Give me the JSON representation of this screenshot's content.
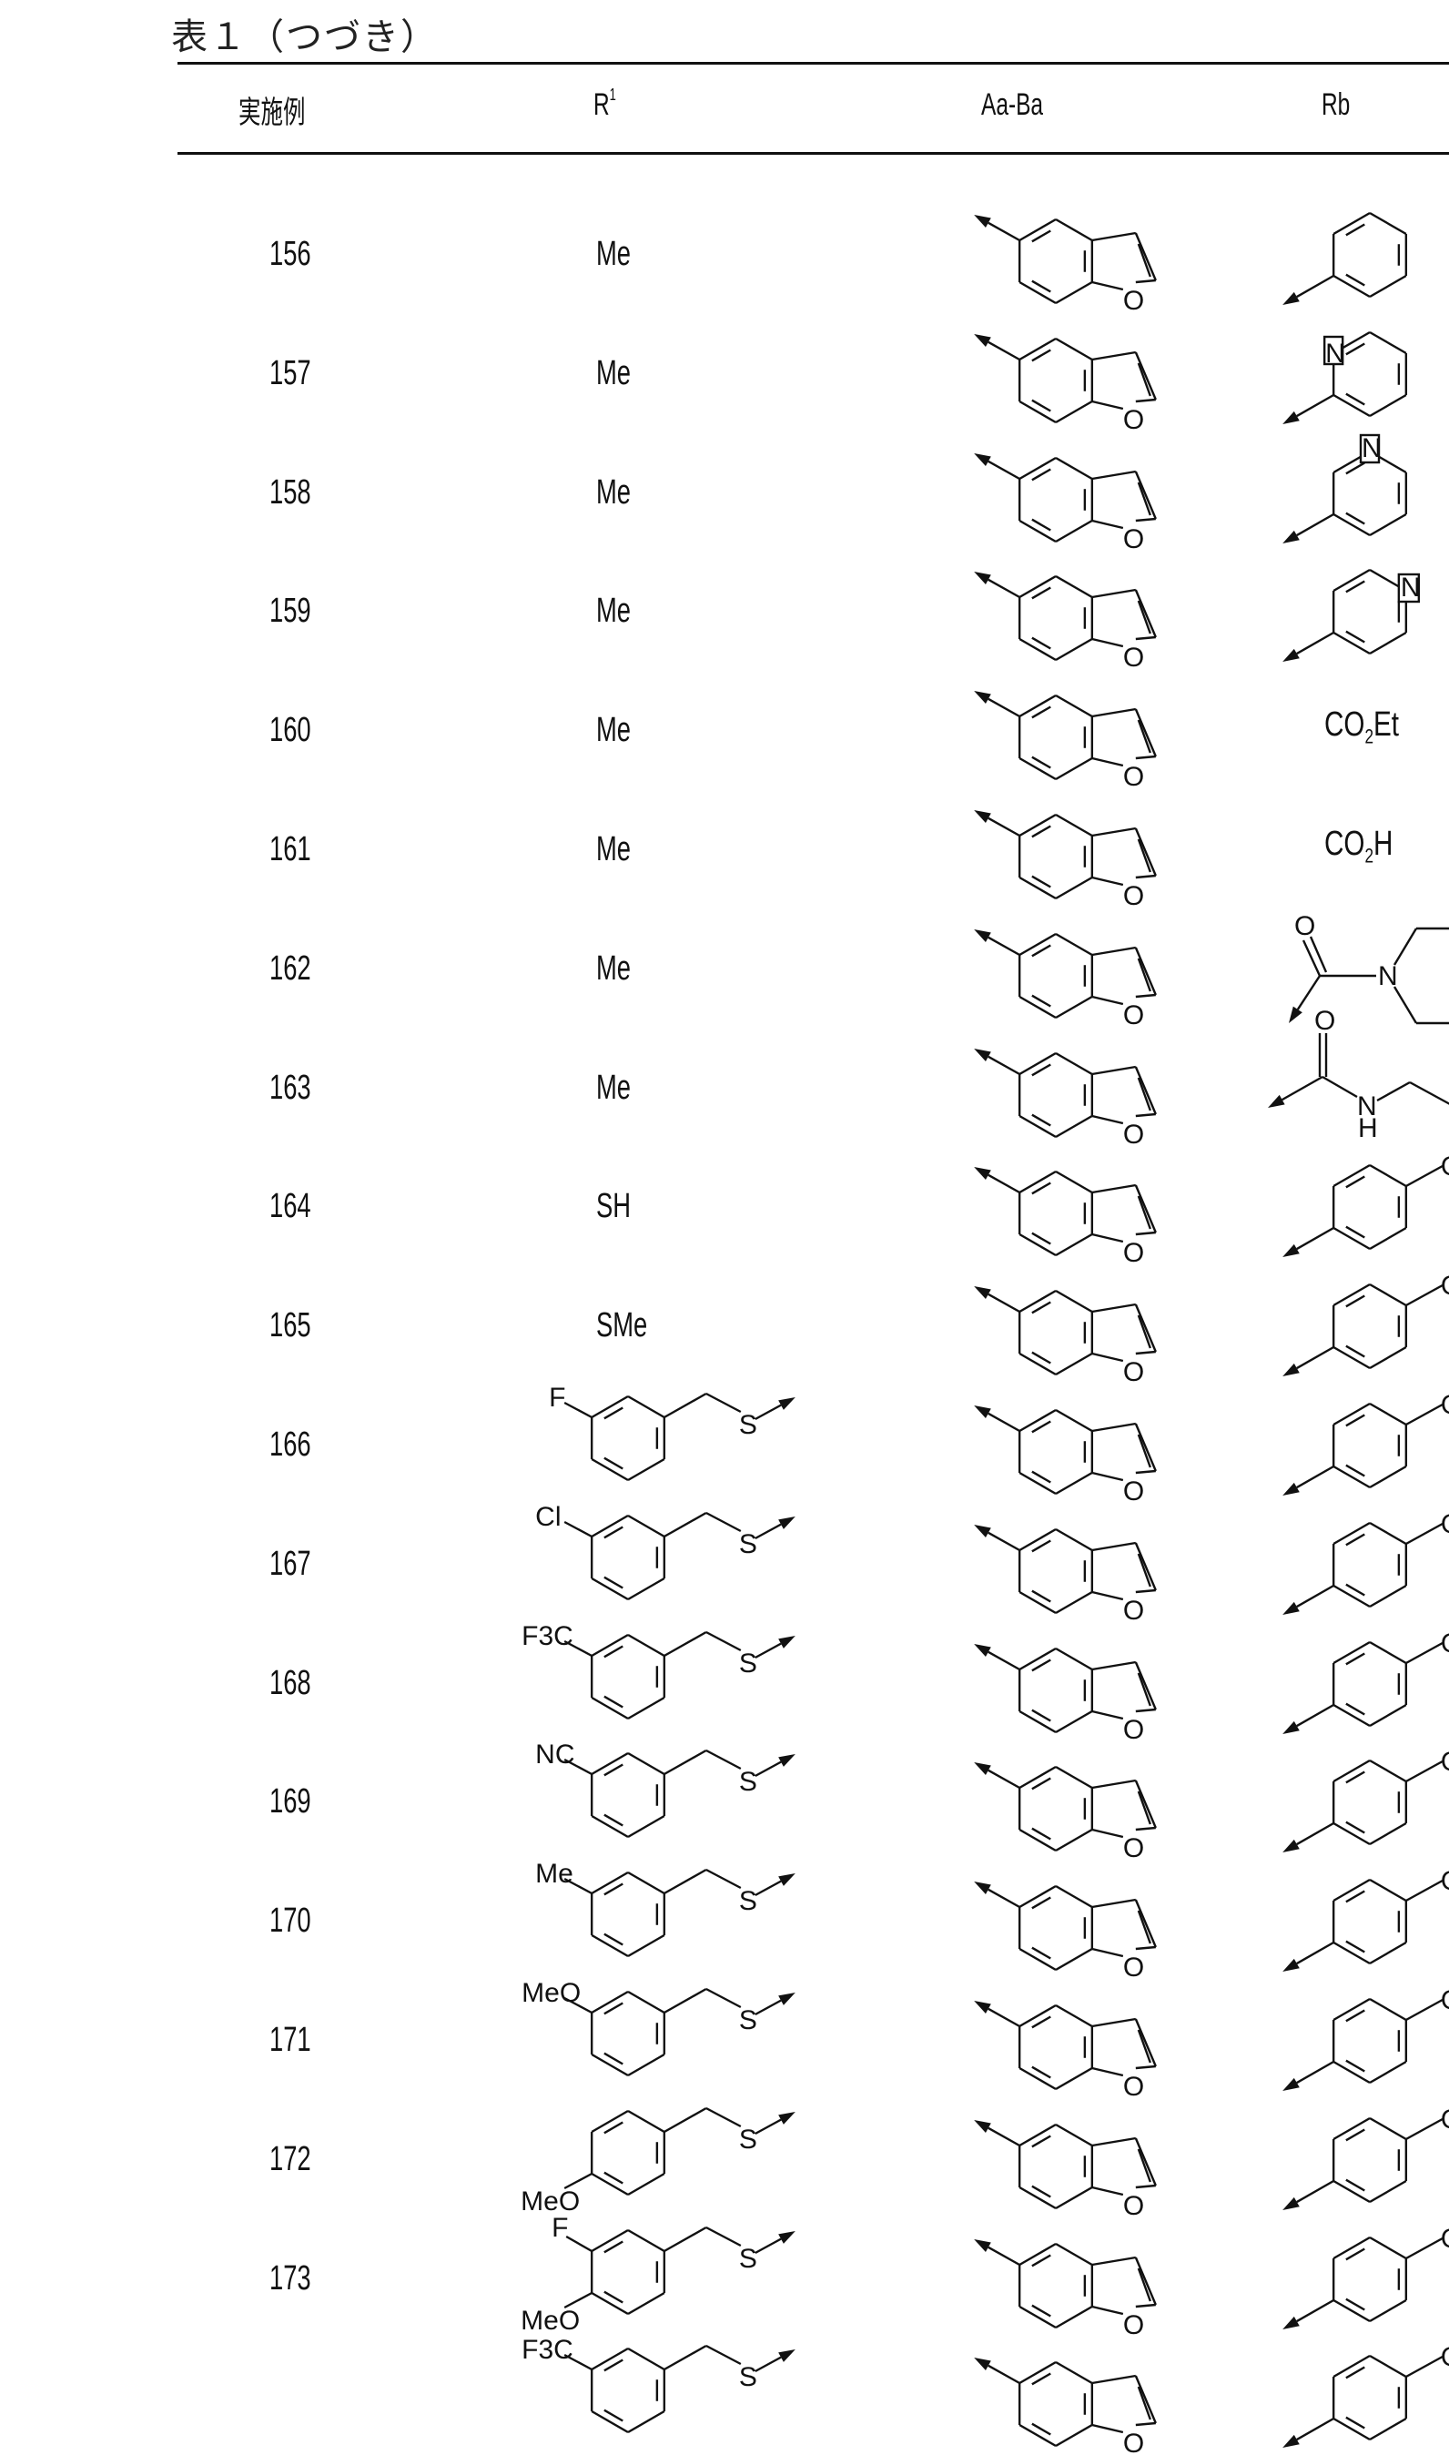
{
  "document": {
    "title": "表１（つづき）",
    "headers": {
      "example": "実施例",
      "r1": "R",
      "r1_sup": "1",
      "aaba": "Aa-Ba",
      "rb": "Rb"
    }
  },
  "rows": [
    {
      "example": "156",
      "r1": "Me",
      "aaba": "benzofuran-5-yl",
      "rb": "phenyl"
    },
    {
      "example": "157",
      "r1": "Me",
      "aaba": "benzofuran-5-yl",
      "rb": "pyridin-2-yl"
    },
    {
      "example": "158",
      "r1": "Me",
      "aaba": "benzofuran-5-yl",
      "rb": "pyridin-3-yl"
    },
    {
      "example": "159",
      "r1": "Me",
      "aaba": "benzofuran-5-yl",
      "rb": "pyridin-4-yl"
    },
    {
      "example": "160",
      "r1": "Me",
      "aaba": "benzofuran-5-yl",
      "rb": "CO2Et"
    },
    {
      "example": "161",
      "r1": "Me",
      "aaba": "benzofuran-5-yl",
      "rb": "CO2H"
    },
    {
      "example": "162",
      "r1": "Me",
      "aaba": "benzofuran-5-yl",
      "rb": "piperidine-1-carbonyl"
    },
    {
      "example": "163",
      "r1": "Me",
      "aaba": "benzofuran-5-yl",
      "rb": "N-alkyl-carbamoyl (truncated)"
    },
    {
      "example": "164",
      "r1": "SH",
      "aaba": "benzofuran-5-yl",
      "rb": "4-substituted phenyl (truncated)"
    },
    {
      "example": "165",
      "r1": "SMe",
      "aaba": "benzofuran-5-yl",
      "rb": "4-substituted phenyl (truncated)"
    },
    {
      "example": "166",
      "r1": "3-F-benzyl-S",
      "r1_label": "F",
      "aaba": "benzofuran-5-yl",
      "rb": "4-substituted phenyl (truncated)"
    },
    {
      "example": "167",
      "r1": "3-Cl-benzyl-S",
      "r1_label": "Cl",
      "aaba": "benzofuran-5-yl",
      "rb": "4-substituted phenyl (truncated)"
    },
    {
      "example": "168",
      "r1": "3-CF3-benzyl-S",
      "r1_label": "F3C",
      "aaba": "benzofuran-5-yl",
      "rb": "4-substituted phenyl (truncated)"
    },
    {
      "example": "169",
      "r1": "3-CN-benzyl-S",
      "r1_label": "NC",
      "aaba": "benzofuran-5-yl",
      "rb": "4-substituted phenyl (truncated)"
    },
    {
      "example": "170",
      "r1": "3-Me-benzyl-S",
      "r1_label": "Me",
      "aaba": "benzofuran-5-yl",
      "rb": "4-substituted phenyl (truncated)"
    },
    {
      "example": "171",
      "r1": "3-MeO-benzyl-S",
      "r1_label": "MeO",
      "aaba": "benzofuran-5-yl",
      "rb": "4-substituted phenyl (truncated)"
    },
    {
      "example": "172",
      "r1": "4-MeO-benzyl-S",
      "r1_label": "MeO",
      "aaba": "benzofuran-5-yl",
      "rb": "4-substituted phenyl (truncated)"
    },
    {
      "example": "173",
      "r1": "3-F-4-MeO-benzyl-S",
      "r1_label_top": "F",
      "r1_label_bottom": "MeO",
      "aaba": "benzofuran-5-yl",
      "rb": "4-substituted phenyl (truncated)"
    },
    {
      "example": "",
      "r1": "F3C-substituted benzyl-S (cut off)",
      "r1_label": "F3C",
      "aaba": "benzofuran-5-yl",
      "rb": "4-substituted phenyl (truncated)"
    }
  ],
  "atom_labels": {
    "O": "O",
    "N": "N",
    "H": "H",
    "S": "S",
    "C": "C",
    "CO2Et_main": "CO",
    "CO2Et_sub": "2",
    "CO2Et_tail": "Et",
    "CO2H_main": "CO",
    "CO2H_sub": "2",
    "CO2H_tail": "H"
  }
}
